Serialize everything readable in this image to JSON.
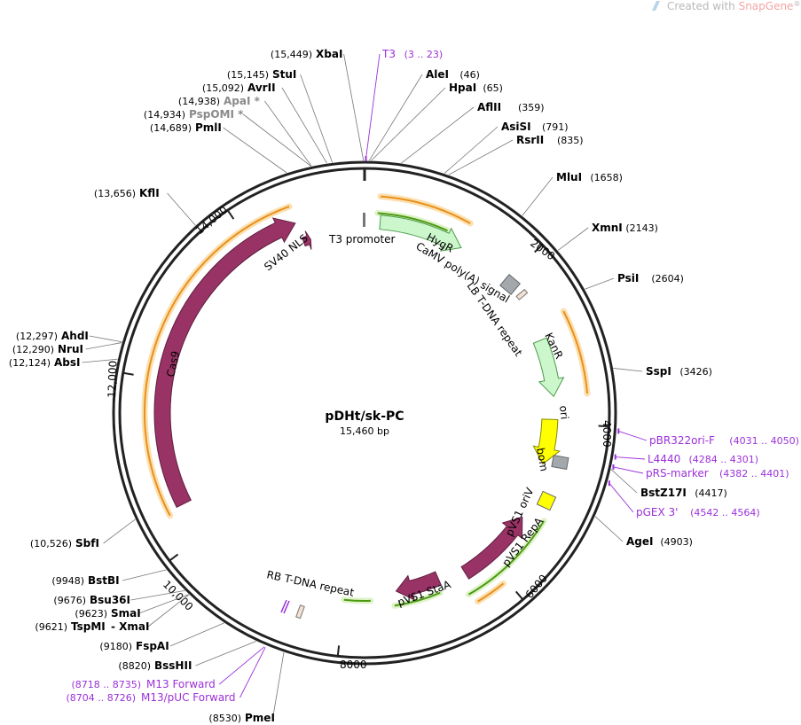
{
  "watermark": {
    "text_pre": "Created with ",
    "text_brand": "SnapGene",
    "text_reg": "®",
    "brand_color": "#f3a4a4"
  },
  "plasmid": {
    "name": "pDHt/sk-PC",
    "size_label": "15,460 bp",
    "length": 15460
  },
  "ticks": [
    {
      "bp": 2000,
      "label": "2000"
    },
    {
      "bp": 4000,
      "label": "4000"
    },
    {
      "bp": 6000,
      "label": "6000"
    },
    {
      "bp": 8000,
      "label": "8000"
    },
    {
      "bp": 10000,
      "label": "10,000"
    },
    {
      "bp": 12000,
      "label": "12,000"
    },
    {
      "bp": 14000,
      "label": "14,000"
    }
  ],
  "sites": [
    {
      "id": "xbai",
      "name": "XbaI",
      "pos": "(15,449)",
      "bp": 15449,
      "side": "left",
      "gray": false
    },
    {
      "id": "stui",
      "name": "StuI",
      "pos": "(15,145)",
      "bp": 15145,
      "side": "left",
      "gray": false
    },
    {
      "id": "avrii",
      "name": "AvrII",
      "pos": "(15,092)",
      "bp": 15092,
      "side": "left",
      "gray": false
    },
    {
      "id": "apai",
      "name": "ApaI *",
      "pos": "(14,938)",
      "bp": 14938,
      "side": "left",
      "gray": true
    },
    {
      "id": "pspomi",
      "name": "PspOMI *",
      "pos": "(14,934)",
      "bp": 14934,
      "side": "left",
      "gray": true
    },
    {
      "id": "pmli",
      "name": "PmlI",
      "pos": "(14,689)",
      "bp": 14689,
      "side": "left",
      "gray": false
    },
    {
      "id": "kfli",
      "name": "KflI",
      "pos": "(13,656)",
      "bp": 13656,
      "side": "left",
      "gray": false
    },
    {
      "id": "ahdi",
      "name": "AhdI",
      "pos": "(12,297)",
      "bp": 12297,
      "side": "left",
      "gray": false
    },
    {
      "id": "nrui",
      "name": "NruI",
      "pos": "(12,290)",
      "bp": 12290,
      "side": "left",
      "gray": false
    },
    {
      "id": "absi",
      "name": "AbsI",
      "pos": "(12,124)",
      "bp": 12124,
      "side": "left",
      "gray": false
    },
    {
      "id": "sbfi",
      "name": "SbfI",
      "pos": "(10,526)",
      "bp": 10526,
      "side": "left",
      "gray": false
    },
    {
      "id": "bstbi",
      "name": "BstBI",
      "pos": "(9948)",
      "bp": 9948,
      "side": "left",
      "gray": false
    },
    {
      "id": "bsu36i",
      "name": "Bsu36I",
      "pos": "(9676)",
      "bp": 9676,
      "side": "left",
      "gray": false
    },
    {
      "id": "smai",
      "name": "SmaI",
      "pos": "(9623)",
      "bp": 9623,
      "side": "left",
      "gray": false
    },
    {
      "id": "tspmi",
      "name": "TspMI",
      "pos": "(9621)",
      "bp": 9621,
      "side": "left",
      "gray": false,
      "extra": "XmaI"
    },
    {
      "id": "fspai",
      "name": "FspAI",
      "pos": "(9180)",
      "bp": 9180,
      "side": "left",
      "gray": false
    },
    {
      "id": "bsshii",
      "name": "BssHII",
      "pos": "(8820)",
      "bp": 8820,
      "side": "left",
      "gray": false
    },
    {
      "id": "pmei",
      "name": "PmeI",
      "pos": "(8530)",
      "bp": 8530,
      "side": "left",
      "gray": false
    },
    {
      "id": "alei",
      "name": "AleI",
      "pos": "(46)",
      "bp": 46,
      "side": "right",
      "gray": false
    },
    {
      "id": "hpai",
      "name": "HpaI",
      "pos": "(65)",
      "bp": 65,
      "side": "right",
      "gray": false
    },
    {
      "id": "aflii",
      "name": "AflII",
      "pos": "(359)",
      "bp": 359,
      "side": "right",
      "gray": false
    },
    {
      "id": "asisi",
      "name": "AsiSI",
      "pos": "(791)",
      "bp": 791,
      "side": "right",
      "gray": false
    },
    {
      "id": "rsrii",
      "name": "RsrII",
      "pos": "(835)",
      "bp": 835,
      "side": "right",
      "gray": false
    },
    {
      "id": "mlui",
      "name": "MluI",
      "pos": "(1658)",
      "bp": 1658,
      "side": "right",
      "gray": false
    },
    {
      "id": "xmni",
      "name": "XmnI",
      "pos": "(2143)",
      "bp": 2143,
      "side": "right",
      "gray": false
    },
    {
      "id": "psii",
      "name": "PsiI",
      "pos": "(2604)",
      "bp": 2604,
      "side": "right",
      "gray": false
    },
    {
      "id": "sspi",
      "name": "SspI",
      "pos": "(3426)",
      "bp": 3426,
      "side": "right",
      "gray": false
    },
    {
      "id": "bstz17i",
      "name": "BstZ17I",
      "pos": "(4417)",
      "bp": 4417,
      "side": "right",
      "gray": false
    },
    {
      "id": "agei",
      "name": "AgeI",
      "pos": "(4903)",
      "bp": 4903,
      "side": "right",
      "gray": false
    }
  ],
  "primers": [
    {
      "id": "t3",
      "name": "T3",
      "range": "(3 .. 23)",
      "bp": 13,
      "side": "right"
    },
    {
      "id": "pbr322ori-f",
      "name": "pBR322ori-F",
      "range": "(4031 .. 4050)",
      "bp": 4040,
      "side": "right"
    },
    {
      "id": "l4440",
      "name": "L4440",
      "range": "(4284 .. 4301)",
      "bp": 4292,
      "side": "right"
    },
    {
      "id": "prs-marker",
      "name": "pRS-marker",
      "range": "(4382 .. 4401)",
      "bp": 4391,
      "side": "right"
    },
    {
      "id": "pgex3",
      "name": "pGEX 3'",
      "range": "(4542 .. 4564)",
      "bp": 4553,
      "side": "right"
    },
    {
      "id": "m13-forward",
      "name": "M13 Forward",
      "range": "(8718 .. 8735)",
      "bp": 8726,
      "side": "left"
    },
    {
      "id": "m13-puc-forward",
      "name": "M13/pUC Forward",
      "range": "(8704 .. 8726)",
      "bp": 8715,
      "side": "left"
    }
  ],
  "features": [
    {
      "id": "hygr",
      "label": "HygR",
      "start": 200,
      "end": 1300,
      "color": "#ccf7cc",
      "stroke": "#4a9a4a",
      "text": "#000000",
      "dir": 1,
      "on_arrow": true
    },
    {
      "id": "kanr",
      "label": "KanR",
      "start": 2900,
      "end": 3650,
      "color": "#ccf7cc",
      "stroke": "#4a9a4a",
      "text": "#000000",
      "dir": 1,
      "on_arrow": true
    },
    {
      "id": "ori",
      "label": "ori",
      "start": 3950,
      "end": 4550,
      "color": "#ffff00",
      "stroke": "#8a8a00",
      "text": "#000000",
      "dir": 1,
      "on_arrow": true
    },
    {
      "id": "pvs1-repa",
      "label": "pVS1 RepA",
      "start": 5300,
      "end": 6350,
      "color": "#993366",
      "stroke": "#5e1f3f",
      "text": "#ffffff",
      "dir": -1,
      "on_arrow": true
    },
    {
      "id": "pvs1-staa",
      "label": "pVS1 StaA",
      "start": 6700,
      "end": 7300,
      "color": "#993366",
      "stroke": "#5e1f3f",
      "text": "#000000",
      "dir": 1,
      "on_arrow": false
    },
    {
      "id": "cas9",
      "label": "Cas9",
      "start": 10450,
      "end": 14600,
      "color": "#993366",
      "stroke": "#5e1f3f",
      "text": "#ffffff",
      "dir": 1,
      "on_arrow": true
    },
    {
      "id": "sv40-nls",
      "label": "SV40 NLS",
      "start": 14620,
      "end": 14720,
      "color": "#993366",
      "stroke": "#5e1f3f",
      "text": "#000000",
      "dir": 1,
      "on_arrow": false
    }
  ],
  "misc_features": [
    {
      "id": "t3-promoter",
      "label": "T3 promoter"
    },
    {
      "id": "camv-polya",
      "label": "CaMV poly(A) signal"
    },
    {
      "id": "lb-tdna",
      "label": "LB T-DNA repeat"
    },
    {
      "id": "bom",
      "label": "bom"
    },
    {
      "id": "pvs1-oriv",
      "label": "pVS1 oriV"
    },
    {
      "id": "rb-tdna",
      "label": "RB T-DNA repeat"
    }
  ],
  "colors": {
    "backbone": "#222222",
    "orf_orange": "#e8901c",
    "orf_orange_halo": "#fbe0b0",
    "orf_green": "#4c9a12",
    "orf_green_halo": "#def3c8",
    "gray_box": "#a3a8ad",
    "primer": "#9b30d9"
  }
}
